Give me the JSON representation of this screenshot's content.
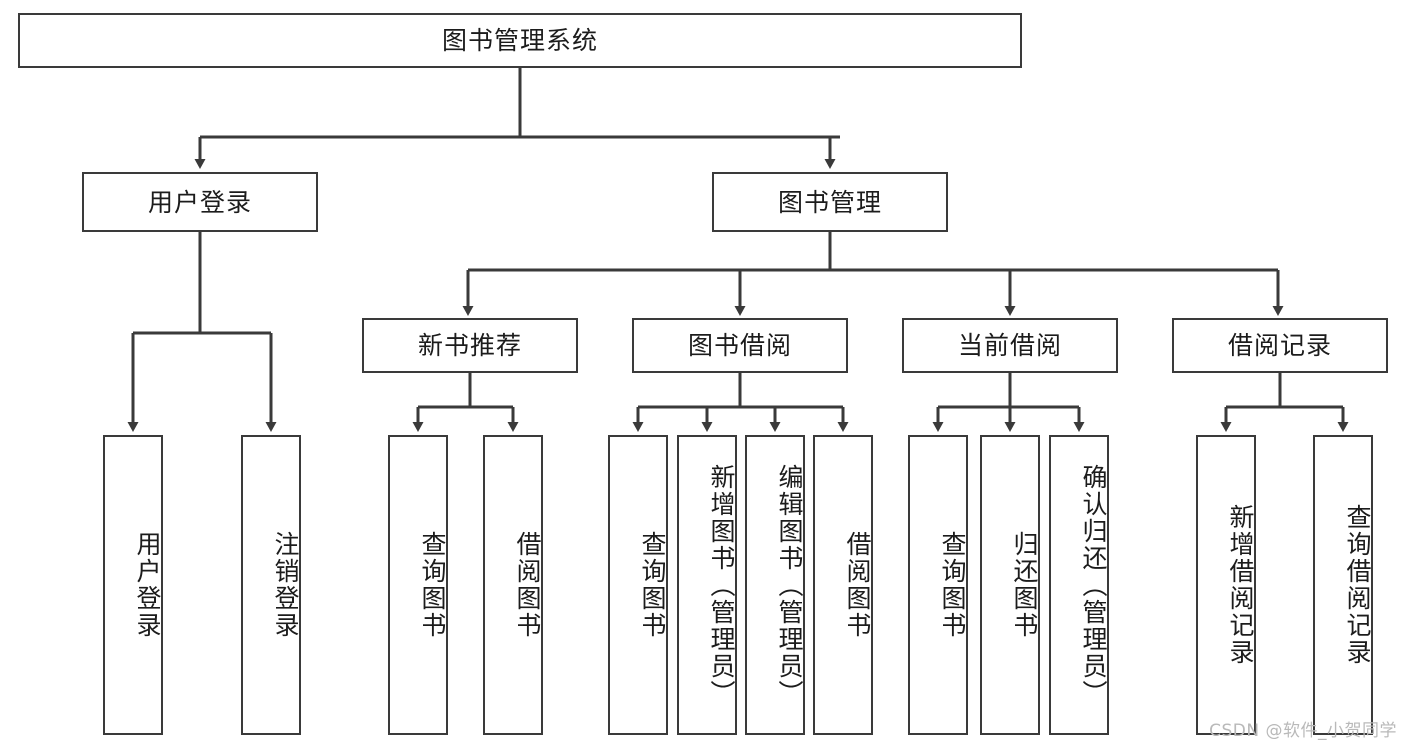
{
  "diagram": {
    "title": "图书管理系统",
    "type": "tree-hierarchy-chart",
    "watermark": "CSDN @软件_小贺同学",
    "colors": {
      "stroke": "#3a3a3a",
      "fill": "#ffffff",
      "text": "#1c1c1c",
      "watermark": "#b9b9b9"
    },
    "root": {
      "label": "图书管理系统"
    },
    "level1": [
      {
        "id": "user-login",
        "label": "用户登录"
      },
      {
        "id": "book-manage",
        "label": "图书管理"
      }
    ],
    "level2": [
      {
        "id": "new-book-recommend",
        "label": "新书推荐"
      },
      {
        "id": "book-borrow",
        "label": "图书借阅"
      },
      {
        "id": "current-borrow",
        "label": "当前借阅"
      },
      {
        "id": "borrow-record",
        "label": "借阅记录"
      }
    ],
    "leaves": {
      "user_login": [
        {
          "id": "leaf-user-login",
          "label": "用户登录"
        },
        {
          "id": "leaf-user-logout",
          "label": "注销登录"
        }
      ],
      "new_book_recommend": [
        {
          "id": "leaf-query-book-1",
          "label": "查询图书"
        },
        {
          "id": "leaf-borrow-book-1",
          "label": "借阅图书"
        }
      ],
      "book_borrow": [
        {
          "id": "leaf-query-book-2",
          "label": "查询图书"
        },
        {
          "id": "leaf-add-book",
          "label": "新增图书（管理员）"
        },
        {
          "id": "leaf-edit-book",
          "label": "编辑图书（管理员）"
        },
        {
          "id": "leaf-borrow-book-2",
          "label": "借阅图书"
        }
      ],
      "current_borrow": [
        {
          "id": "leaf-query-book-3",
          "label": "查询图书"
        },
        {
          "id": "leaf-return-book",
          "label": "归还图书"
        },
        {
          "id": "leaf-confirm-return",
          "label": "确认归还（管理员）"
        }
      ],
      "borrow_record": [
        {
          "id": "leaf-add-record",
          "label": "新增借阅记录"
        },
        {
          "id": "leaf-query-record",
          "label": "查询借阅记录"
        }
      ]
    }
  }
}
